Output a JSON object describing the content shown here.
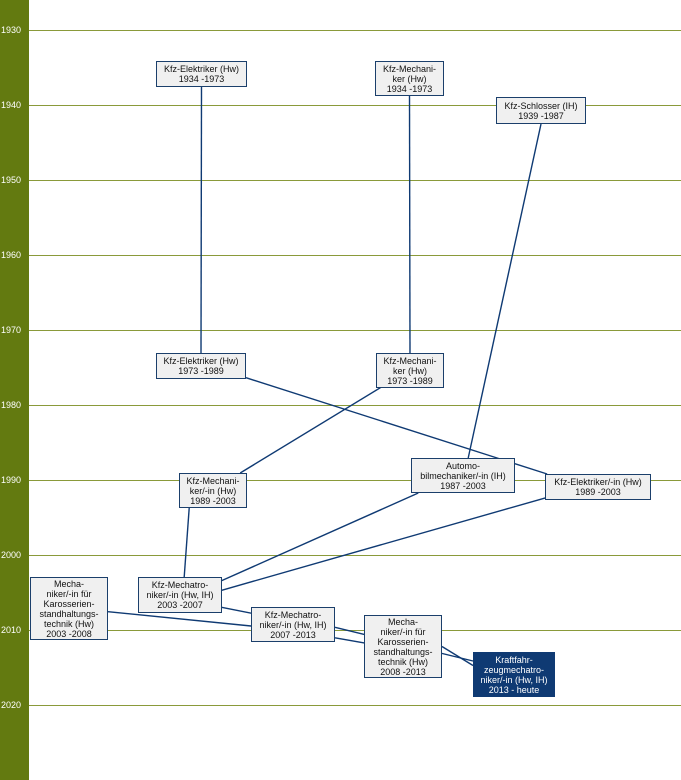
{
  "axis": {
    "years": [
      "1930",
      "1940",
      "1950",
      "1960",
      "1970",
      "1980",
      "1990",
      "2000",
      "2010",
      "2020"
    ]
  },
  "nodes": [
    {
      "id": "n1",
      "lines": [
        "Kfz-Elektriker (Hw)",
        "1934 -1973"
      ]
    },
    {
      "id": "n2",
      "lines": [
        "Kfz-Mechani-",
        "ker (Hw)",
        "1934 -1973"
      ]
    },
    {
      "id": "n3",
      "lines": [
        "Kfz-Schlosser (IH)",
        "1939 -1987"
      ]
    },
    {
      "id": "n4",
      "lines": [
        "Kfz-Elektriker (Hw)",
        "1973 -1989"
      ]
    },
    {
      "id": "n5",
      "lines": [
        "Kfz-Mechani-",
        "ker (Hw)",
        "1973 -1989"
      ]
    },
    {
      "id": "n6",
      "lines": [
        "Kfz-Mechani-",
        "ker/-in (Hw)",
        "1989 -2003"
      ]
    },
    {
      "id": "n7",
      "lines": [
        "Automo-",
        "bilmechaniker/-in (IH)",
        "1987 -2003"
      ]
    },
    {
      "id": "n8",
      "lines": [
        "Kfz-Elektriker/-in (Hw)",
        "1989 -2003"
      ]
    },
    {
      "id": "n9",
      "lines": [
        "Mecha-",
        "niker/-in für",
        "Karosserien-",
        "standhaltungs-",
        "technik (Hw)",
        "2003 -2008"
      ]
    },
    {
      "id": "n10",
      "lines": [
        "Kfz-Mechatro-",
        "niker/-in (Hw, IH)",
        "2003 -2007"
      ]
    },
    {
      "id": "n11",
      "lines": [
        "Kfz-Mechatro-",
        "niker/-in (Hw, IH)",
        "2007 -2013"
      ]
    },
    {
      "id": "n12",
      "lines": [
        "Mecha-",
        "niker/-in für",
        "Karosserien-",
        "standhaltungs-",
        "technik (Hw)",
        "2008 -2013"
      ]
    },
    {
      "id": "n13",
      "lines": [
        "Kraftfahr-",
        "zeugmechatro-",
        "niker/-in (Hw, IH)",
        "2013 - heute"
      ],
      "current": true
    }
  ],
  "edges": [
    [
      "n1",
      "n4"
    ],
    [
      "n2",
      "n5"
    ],
    [
      "n3",
      "n7"
    ],
    [
      "n4",
      "n8"
    ],
    [
      "n5",
      "n6"
    ],
    [
      "n6",
      "n10"
    ],
    [
      "n7",
      "n10"
    ],
    [
      "n8",
      "n10"
    ],
    [
      "n10",
      "n11"
    ],
    [
      "n9",
      "n11"
    ],
    [
      "n11",
      "n13"
    ],
    [
      "n12",
      "n13"
    ],
    [
      "n11",
      "n12"
    ]
  ],
  "colors": {
    "sidebar": "#637a10",
    "gridline": "#8a9a3a",
    "edge": "#0f3a73",
    "node_fill": "#f0f0f0",
    "node_current_fill": "#0f3a73"
  }
}
